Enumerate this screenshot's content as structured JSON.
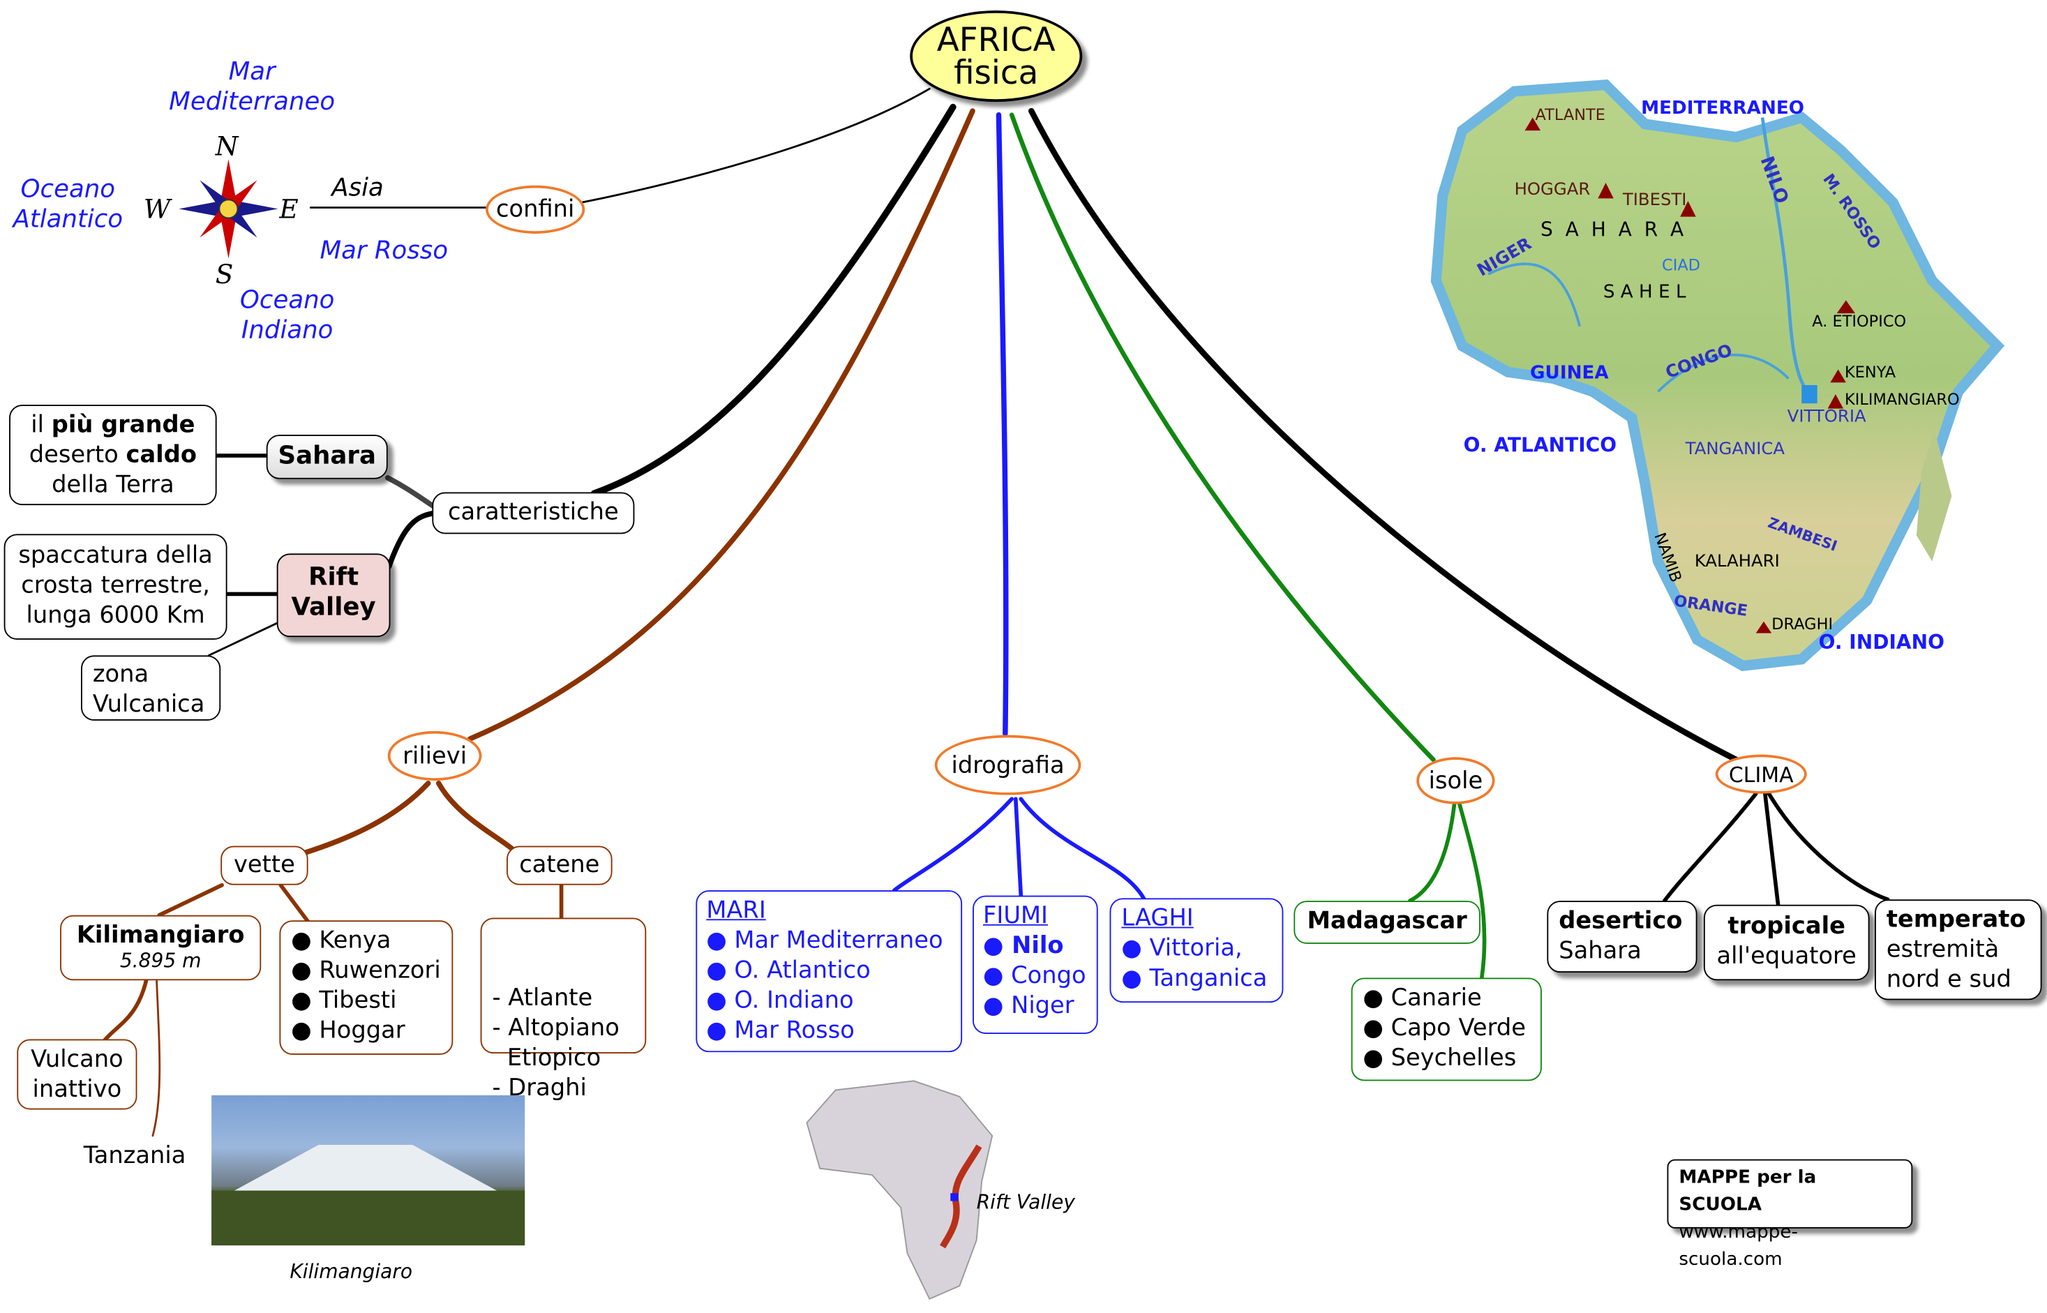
{
  "root": {
    "line1": "AFRICA",
    "line2": "fisica"
  },
  "confini": {
    "label": "confini",
    "north": "N",
    "south": "S",
    "east": "E",
    "west": "W",
    "mar_med": [
      "Mar",
      "Mediterraneo"
    ],
    "oceano_atl": [
      "Oceano",
      "Atlantico"
    ],
    "asia": "Asia",
    "mar_rosso": "Mar Rosso",
    "oceano_ind": [
      "Oceano",
      "Indiano"
    ]
  },
  "caratteristiche": {
    "label": "caratteristiche",
    "sahara": "Sahara",
    "sahara_desc": {
      "pre": "il ",
      "b1": "più grande",
      "mid": "deserto ",
      "b2": "caldo",
      "post": "della Terra"
    },
    "rift": [
      "Rift",
      "Valley"
    ],
    "rift_desc": [
      "spaccatura della",
      "crosta terrestre,",
      "lunga 6000 Km"
    ],
    "zona": [
      "zona",
      "Vulcanica"
    ]
  },
  "rilievi": {
    "label": "rilievi",
    "vette": "vette",
    "catene": "catene",
    "kili_title": "Kilimangiaro",
    "kili_height": "5.895 m",
    "vulcano": [
      "Vulcano",
      "inattivo"
    ],
    "tanzania": "Tanzania",
    "vette_list": [
      "Kenya",
      "Ruwenzori",
      "Tibesti",
      "Hoggar"
    ],
    "catene_list": [
      "- Atlante",
      "- Altopiano",
      "  Etiopico",
      "- Draghi"
    ],
    "photo_caption": "Kilimangiaro"
  },
  "idrografia": {
    "label": "idrografia",
    "mari": {
      "title": "MARI",
      "items": [
        "Mar Mediterraneo",
        "O. Atlantico",
        "O. Indiano",
        "Mar Rosso"
      ]
    },
    "fiumi": {
      "title": "FIUMI",
      "items": [
        "Nilo",
        "Congo",
        "Niger"
      ]
    },
    "laghi": {
      "title": "LAGHI",
      "items": [
        "Vittoria,",
        "Tanganica"
      ]
    },
    "rift_label": "Rift Valley"
  },
  "isole": {
    "label": "isole",
    "madagascar": "Madagascar",
    "list": [
      "Canarie",
      "Capo Verde",
      "Seychelles"
    ]
  },
  "clima": {
    "label": "CLIMA",
    "items": [
      {
        "b": "desertico",
        "t": "Sahara"
      },
      {
        "b": "tropicale",
        "t": "all'equatore"
      },
      {
        "b": "temperato",
        "t": "estremità nord e sud"
      }
    ]
  },
  "map": {
    "labels": {
      "atlante": "ATLANTE",
      "mediterraneo": "MEDITERRANEO",
      "hoggar": "HOGGAR",
      "tibesti": "TIBESTI",
      "nilo": "NILO",
      "mrosso": "M. ROSSO",
      "niger": "NIGER",
      "sahara": "S  A  H  A  R  A",
      "ciad": "CIAD",
      "sahel": "S A H E L",
      "etiopico": "A. ETIOPICO",
      "guinea": "GUINEA",
      "congo": "CONGO",
      "kenya": "KENYA",
      "kilimangiaro": "KILIMANGIARO",
      "vittoria": "VITTORIA",
      "atlantico": "O. ATLANTICO",
      "tanganica": "TANGANICA",
      "zambesi": "ZAMBESI",
      "namib": "NAMIB",
      "kalahari": "KALAHARI",
      "orange": "ORANGE",
      "draghi": "DRAGHI",
      "indiano": "O. INDIANO"
    }
  },
  "footer": {
    "title": "MAPPE per la SCUOLA",
    "url": "www.mappe-scuola.com"
  },
  "colors": {
    "brown": "#8b3300",
    "blue": "#1a1aff",
    "green": "#118811",
    "orange": "#f07a2a",
    "root": "#ffff99"
  }
}
